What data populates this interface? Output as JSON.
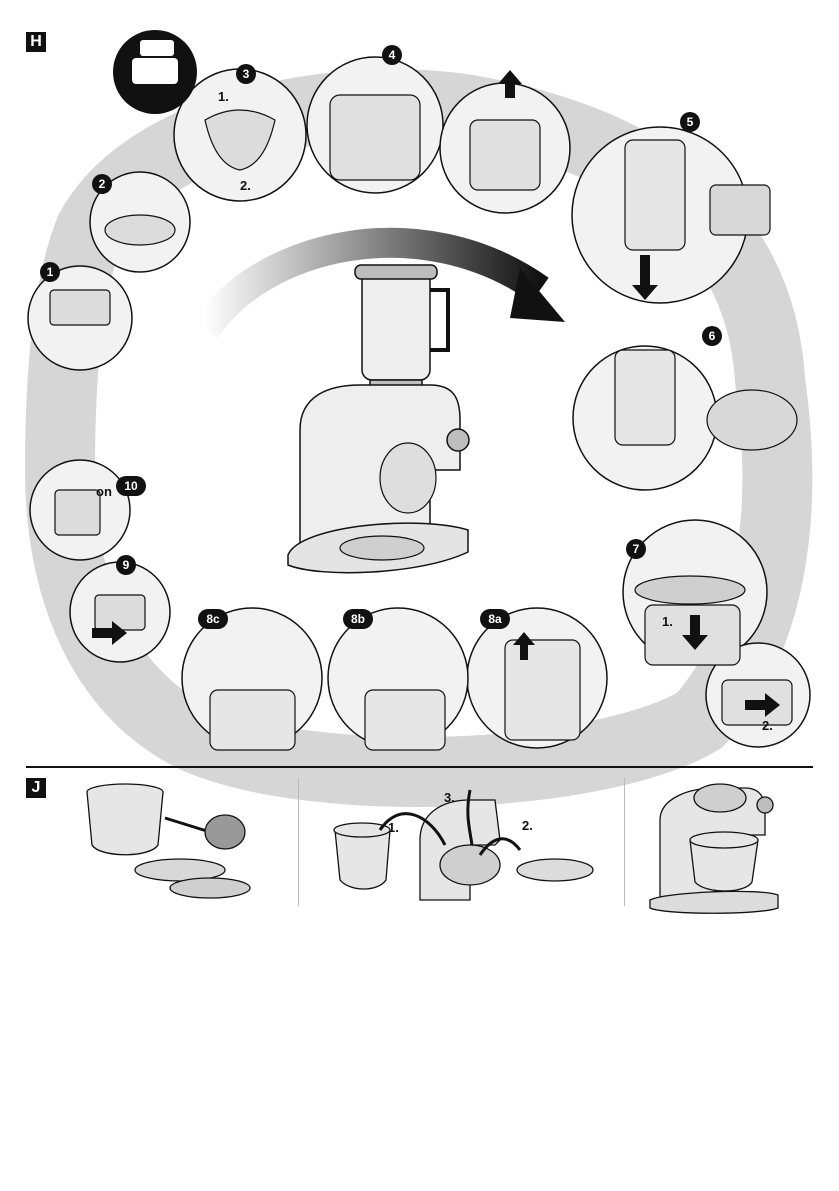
{
  "section_h": {
    "label": "H",
    "steps": [
      {
        "badge": "1"
      },
      {
        "badge": "2"
      },
      {
        "badge": "3",
        "callouts": [
          "1.",
          "2."
        ]
      },
      {
        "badge": "4"
      },
      {
        "badge": "5"
      },
      {
        "badge": "6"
      },
      {
        "badge": "7",
        "callouts": [
          "1.",
          "2."
        ]
      },
      {
        "badge": "8a"
      },
      {
        "badge": "8b"
      },
      {
        "badge": "8c"
      },
      {
        "badge": "9"
      },
      {
        "badge": "10",
        "callouts": [
          "on"
        ]
      }
    ]
  },
  "section_j": {
    "label": "J",
    "panel2_callouts": [
      "1.",
      "2.",
      "3."
    ]
  },
  "colors": {
    "ink": "#111111",
    "gray_band": "#d6d6d6",
    "light_fill": "#eeeeee",
    "mid_fill": "#bdbdbd"
  }
}
